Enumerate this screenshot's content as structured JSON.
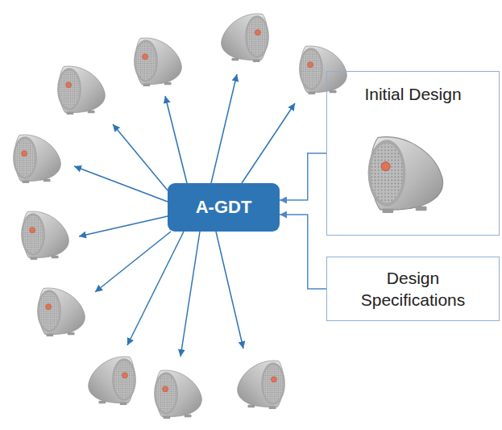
{
  "diagram": {
    "nodes": [
      {
        "text": [
          "A-GDT"
        ]
      },
      {
        "text": [
          "Initial Design"
        ]
      },
      {
        "text": [
          "Design Specifications"
        ]
      }
    ],
    "edges": [
      {
        "from": 1,
        "to": 0,
        "arrow": "to"
      },
      {
        "from": 2,
        "to": 0,
        "arrow": "to"
      }
    ]
  }
}
